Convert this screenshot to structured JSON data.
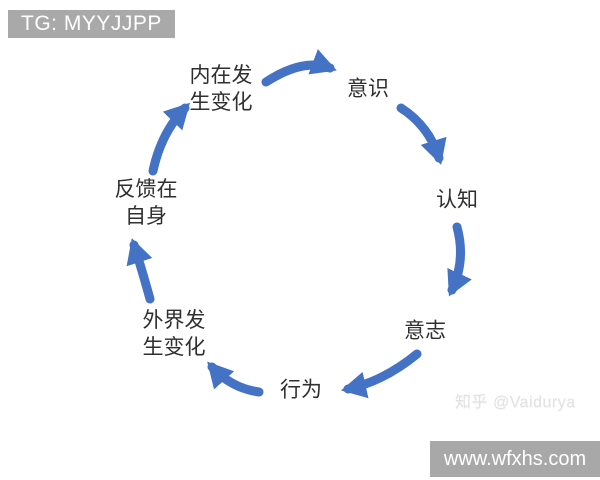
{
  "badge": {
    "text": "TG: MYYJJPP"
  },
  "diagram": {
    "type": "cycle",
    "arrow_color": "#4472C4",
    "nodes": [
      {
        "id": "internal-change",
        "label": "内在发生变化",
        "lines": [
          "内在发",
          "生变化"
        ]
      },
      {
        "id": "consciousness",
        "label": "意识",
        "lines": [
          "意识"
        ]
      },
      {
        "id": "cognition",
        "label": "认知",
        "lines": [
          "认知"
        ]
      },
      {
        "id": "will",
        "label": "意志",
        "lines": [
          "意志"
        ]
      },
      {
        "id": "behavior",
        "label": "行为",
        "lines": [
          "行为"
        ]
      },
      {
        "id": "external-change",
        "label": "外界发生变化",
        "lines": [
          "外界发",
          "生变化"
        ]
      },
      {
        "id": "feedback-self",
        "label": "反馈在自身",
        "lines": [
          "反馈在",
          "自身"
        ]
      }
    ],
    "edges": [
      {
        "from": "内在发生变化",
        "to": "意识"
      },
      {
        "from": "意识",
        "to": "认知"
      },
      {
        "from": "认知",
        "to": "意志"
      },
      {
        "from": "意志",
        "to": "行为"
      },
      {
        "from": "行为",
        "to": "外界发生变化"
      },
      {
        "from": "外界发生变化",
        "to": "反馈在自身"
      },
      {
        "from": "反馈在自身",
        "to": "内在发生变化"
      }
    ]
  },
  "watermark": {
    "text": "知乎 @Vaidurya"
  },
  "footer": {
    "text": "www.wfxhs.com"
  }
}
